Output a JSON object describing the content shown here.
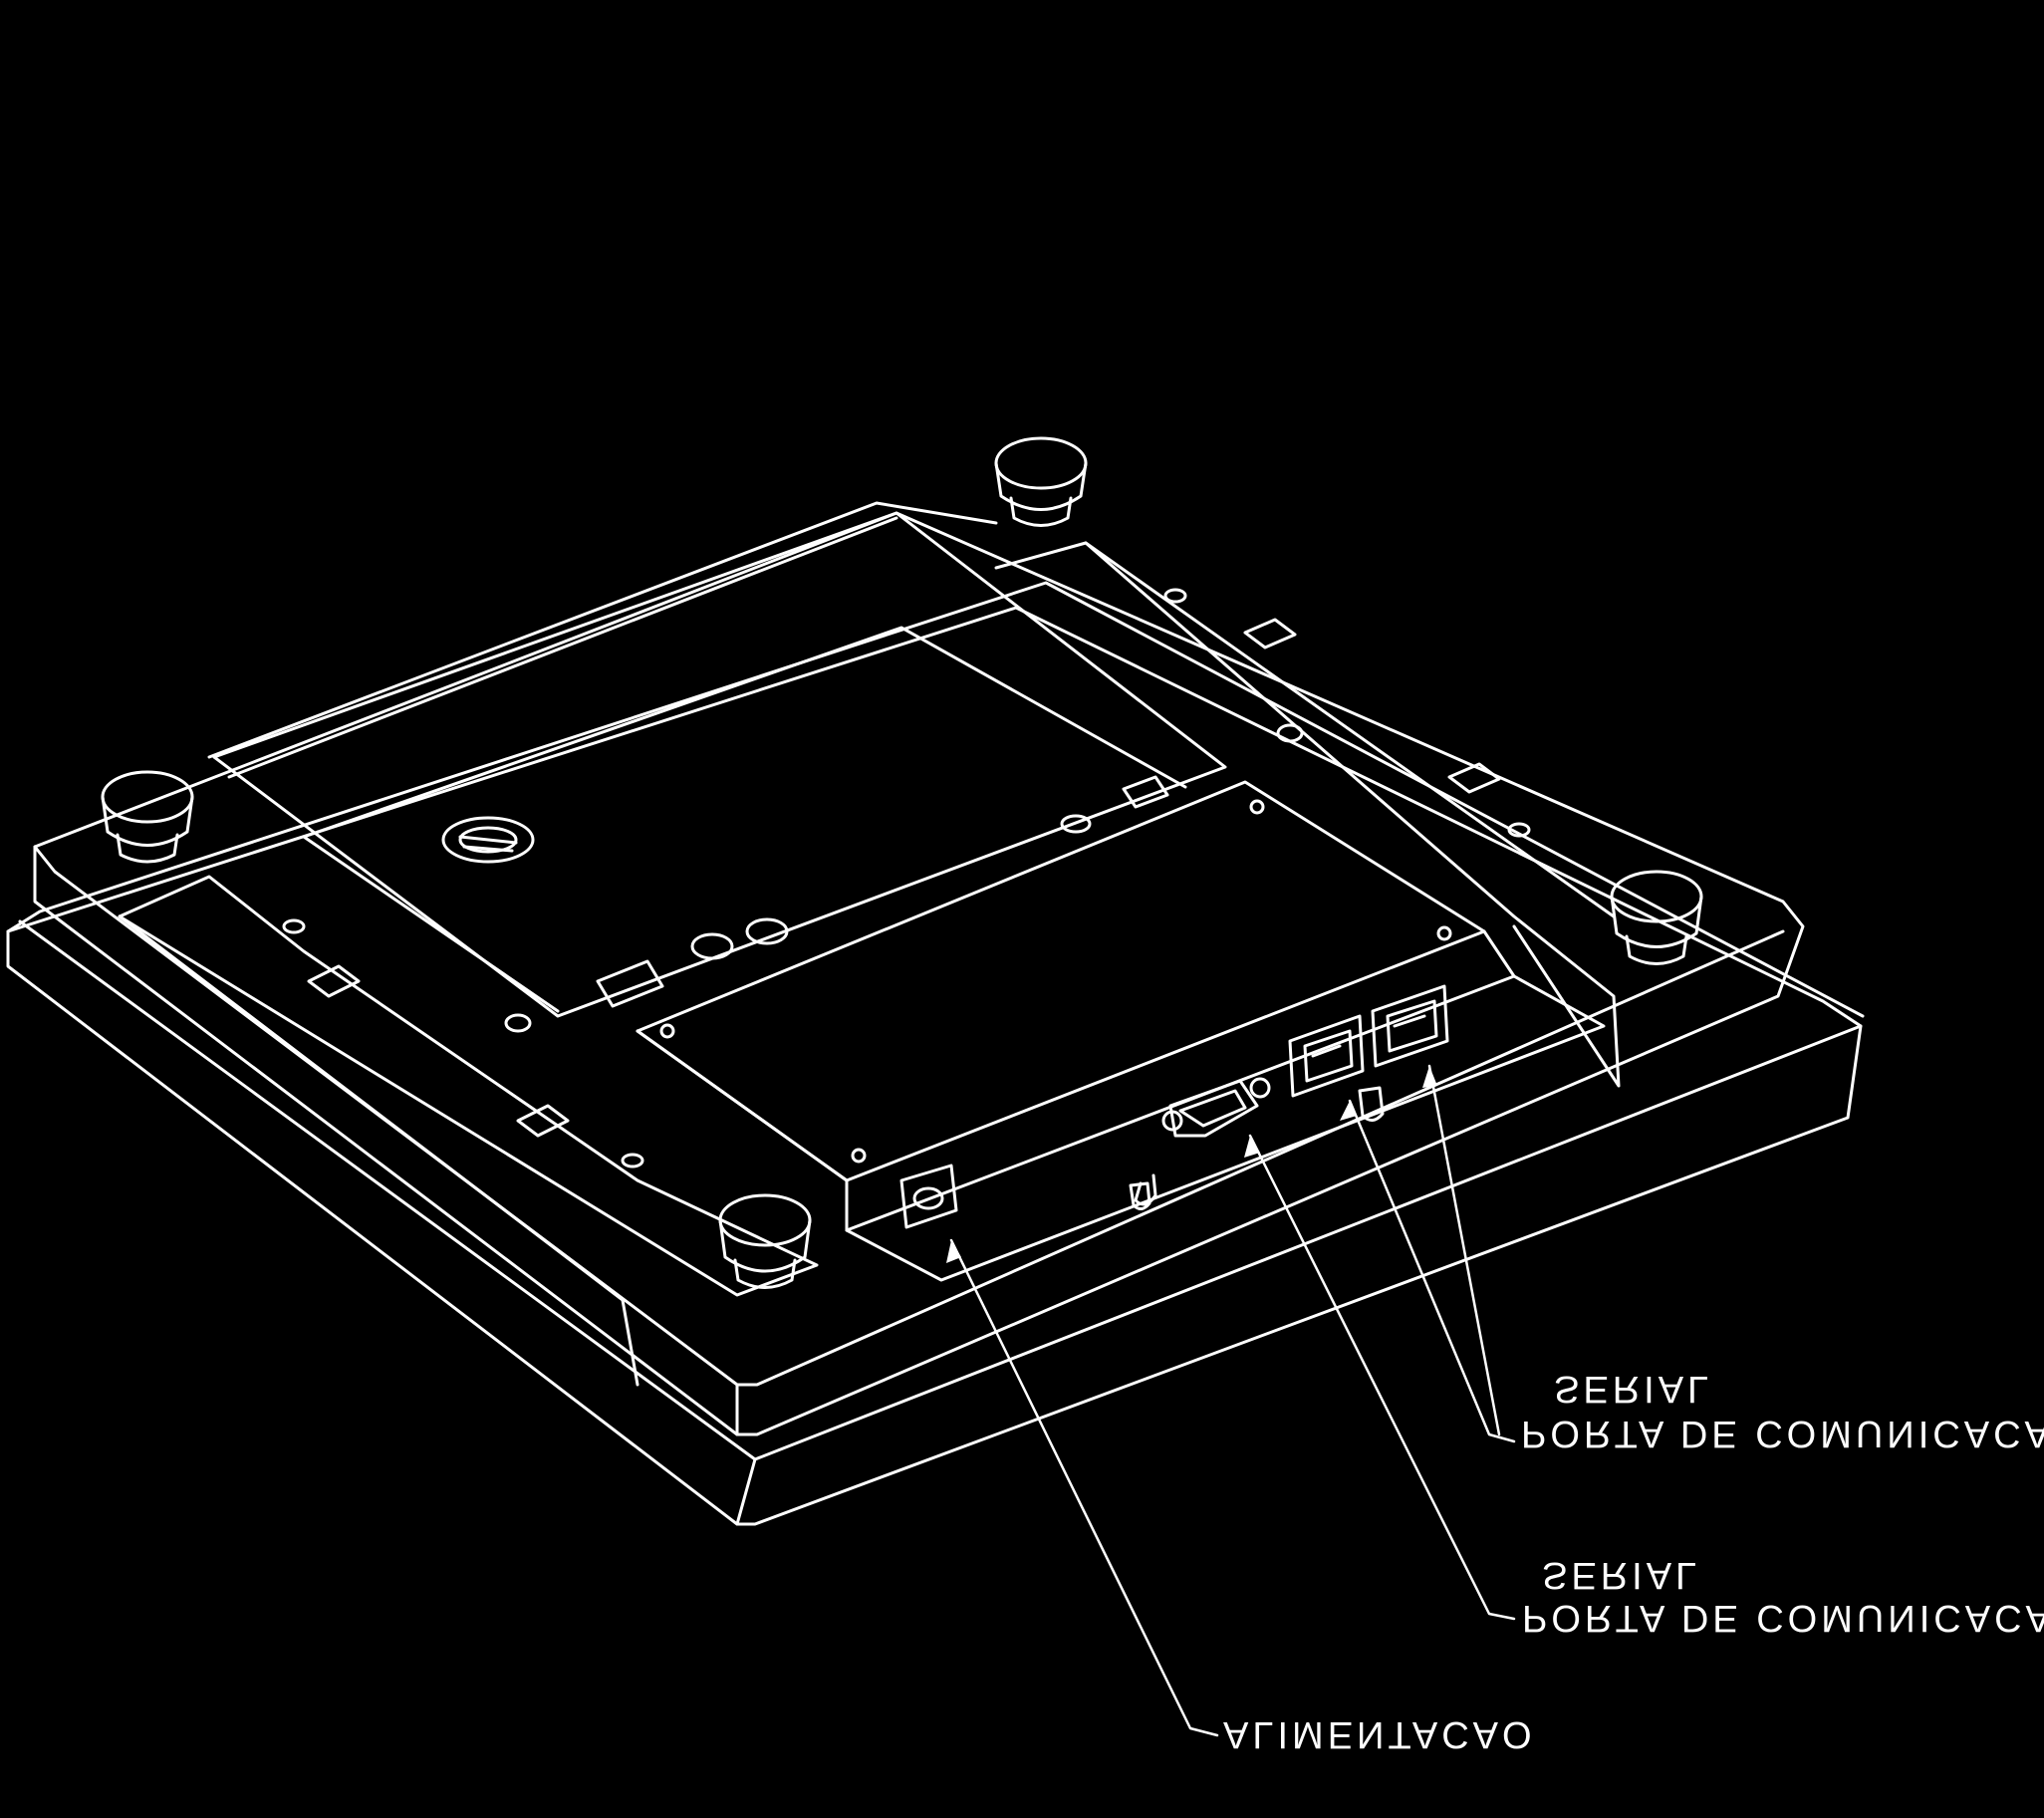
{
  "labels": {
    "serial_port_1_line1": "PORTA DE COMUNICACAO",
    "serial_port_1_line2": "SERIAL",
    "serial_port_2_line1": "PORTA DE COMUNICACAO",
    "serial_port_2_line2": "SERIAL",
    "power": "ALIMENTACAO"
  },
  "colors": {
    "background": "#000000",
    "line": "#ffffff"
  }
}
